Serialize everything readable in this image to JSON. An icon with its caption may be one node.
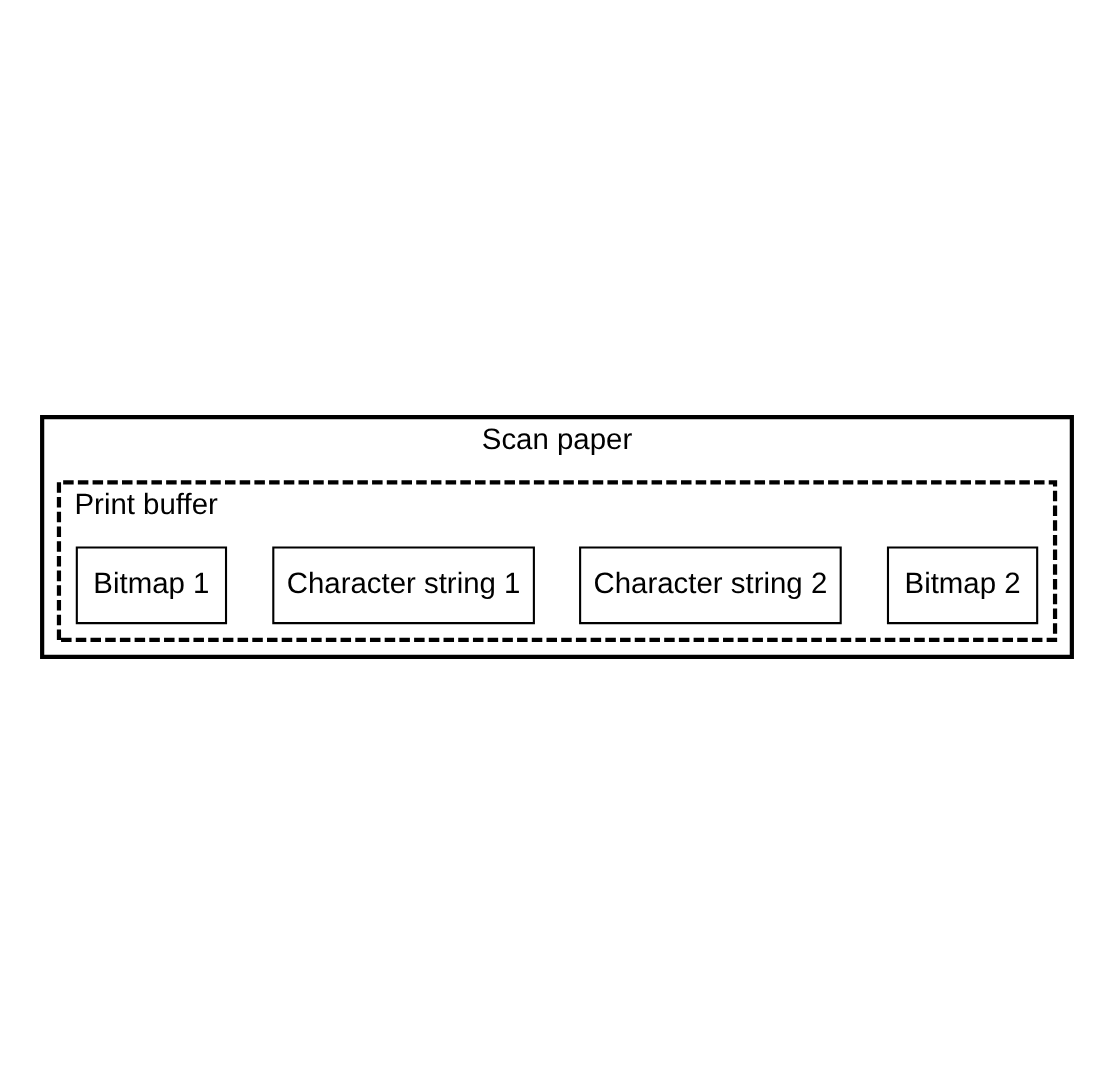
{
  "diagram": {
    "nodes": [
      {
        "text": [
          "Scan paper"
        ]
      },
      {
        "text": [
          "Print buffer"
        ],
        "in": 0
      },
      {
        "text": [
          "Bitmap 2"
        ],
        "in": 1
      },
      {
        "text": [
          "Character string 2"
        ],
        "in": 1
      },
      {
        "text": [
          "Character string 1"
        ],
        "in": 1
      },
      {
        "text": [
          "Bitmap 1"
        ],
        "in": 1
      }
    ]
  }
}
